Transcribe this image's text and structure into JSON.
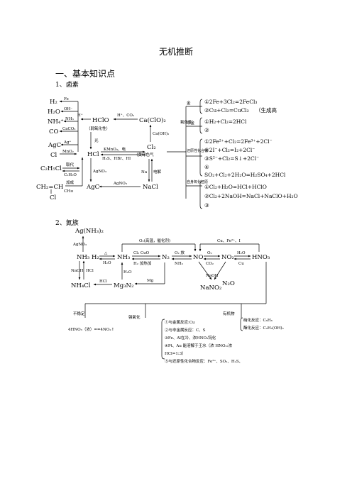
{
  "title": "无机推断",
  "section": "一、基本知识点",
  "sub1": "1、卤素",
  "sub2": "2、氮族",
  "halogen": {
    "left_nodes": [
      "H₂",
      "H₂O",
      "NH₄⁺",
      "CO",
      "AgC",
      "Cl",
      "C₂H₅Cl",
      "CH₂=CH",
      "Cl"
    ],
    "left_labels": [
      "Fe",
      "OH⁻",
      "NH₃",
      "CaCO₃",
      "Ag⁺",
      "MnO₂",
      "取代",
      "C₂H₅O",
      "加成",
      "CH≡"
    ],
    "hclo": "HClO",
    "hclo_note": "（弱氧化性）",
    "h_plus": "H⁺",
    "hcl": "HCl",
    "light": "光",
    "cacio2": "Ca(ClO)₂",
    "h_co2": "H⁺、CO₂",
    "caoh2": "Ca(OH)₂",
    "cl2": "Cl₂",
    "cl2_note": "（黄绿色气",
    "kmno4": "KMnO₄、电",
    "h2s_hbr": "H₂S、HBr、HI",
    "agno3_a": "AgNO₃",
    "agno3_b": "AgNO₃",
    "agcl": "AgC",
    "nacl": "NaCl",
    "na": "Na",
    "electrolysis": "电解",
    "metal": "金",
    "nonmetal": "非金",
    "oxidizing": "氧化性",
    "reducing_compound": "还原性化合物",
    "self_redox": "自身氧化还原",
    "reactions": [
      "①2Fe+3Cl₂=2FeCl₃",
      "②Cu+Cl₂=CuCl₂",
      "（生成高",
      "①H₂+Cl₂=2HCl",
      "②",
      "①2Fe²⁺+Cl₂=2Fe³⁺+2Cl⁻",
      "②2I⁻+Cl₂=I₂+2Cl⁻",
      "③S²⁻+Cl₂=S↓+2Cl⁻",
      "④",
      "SO₂+Cl₂+2H₂O=H₂SO₄+2HCl",
      "①Cl₂+H₂O=HCl+HClO",
      "②Cl₂+2NaOH=NaCl+NaClO+H₂O",
      "③"
    ]
  },
  "nitrogen": {
    "ag_nh3": "Ag(NH₃)₂",
    "agno3": "AgNO₃",
    "nh3_h2": "NH₃ H₂",
    "nh3": "NH₃",
    "n2": "N₂",
    "no": "NO",
    "no2": "NO₂",
    "hno3": "HNO₃",
    "nh4cl": "NH₄Cl",
    "mg3n2": "Mg₃N₂",
    "nano2": "NaNO₂",
    "n2o": "N₂O",
    "labels": {
      "delta": "△",
      "h2o_a": "H₂O",
      "naoh": "NaOH",
      "hcl_a": "HCl",
      "h2o_b": "H₂O",
      "hcl_b": "HCl",
      "mg": "Mg",
      "cl2_cuo": "Cl₂ CuO",
      "h2_heat": "H₂ 加热加",
      "o2_top": "O₂(高温，催化剂)",
      "o2_disc": "O₂ 放",
      "nh3_s": "NH₃",
      "o2": "O₂",
      "co2": "CO₂",
      "h2o_c": "H₂O",
      "cu": "Cu",
      "naoh_b": "NaOH",
      "cu_fe": "Cu、Fe²⁺、I",
      "instability": "不稳定",
      "strong_ox": "强氧化",
      "organic": "有机物"
    },
    "decomp": "4HNO₃（浓）==4NO₂↑",
    "ox_list": [
      "①与金属反应:Cu",
      "②与非金属反应：C、S",
      "③Fe、Al在冷、浓HNO₃钝化",
      "④Pt、Au 能溶解于王水（浓 HNO₃:浓",
      "HCl=1:3）",
      "⑤与还原性化合物反应：Fe²⁺、SO₂、H₂S、"
    ],
    "org": [
      "硝化反应：C₆H₆",
      "酯化反应：C₂H₅(OH)₃"
    ]
  }
}
